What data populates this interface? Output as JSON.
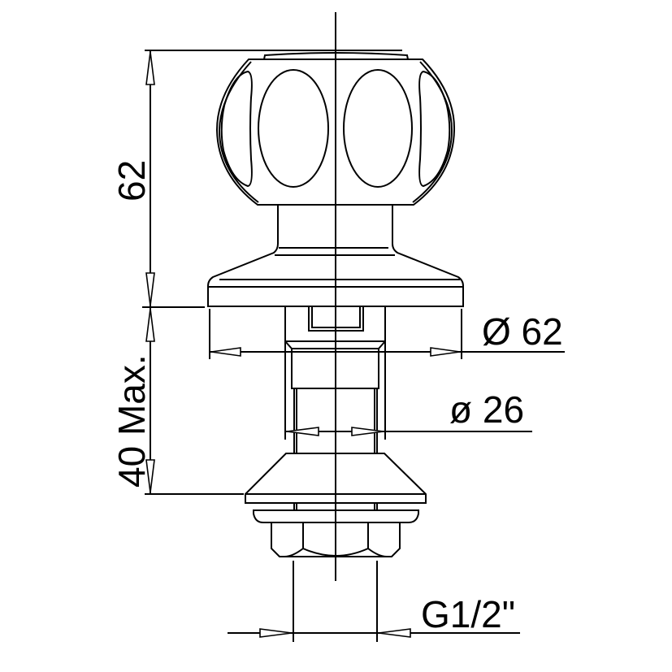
{
  "drawing": {
    "title": "Tap valve headwork technical drawing",
    "dimensions": {
      "height_knob": "62",
      "max_length": "40 Max.",
      "flange_diameter": "Ø 62",
      "stem_diameter": "ø 26",
      "thread": "G1/2\""
    },
    "line_color": "#000000",
    "background_color": "#ffffff"
  }
}
